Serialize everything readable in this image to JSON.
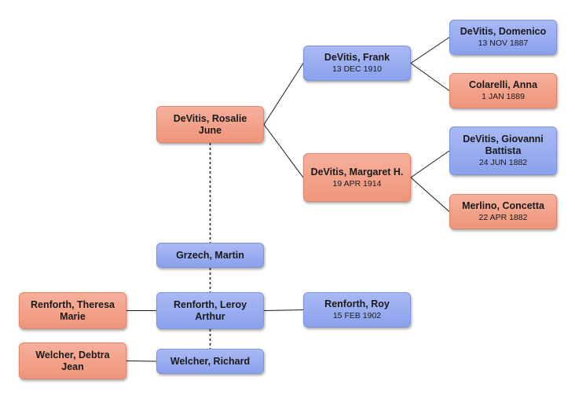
{
  "colors": {
    "male": "#95a9ee",
    "female": "#f2a08a",
    "line": "#1a1a1a"
  },
  "people": [
    {
      "id": "rosalie",
      "name": "DeVitis, Rosalie June",
      "date": "",
      "gender": "female"
    },
    {
      "id": "frank",
      "name": "DeVitis, Frank",
      "date": "13 DEC 1910",
      "gender": "male"
    },
    {
      "id": "margaret",
      "name": "DeVitis, Margaret H.",
      "date": "19 APR 1914",
      "gender": "female"
    },
    {
      "id": "domenico",
      "name": "DeVitis, Domenico",
      "date": "13 NOV 1887",
      "gender": "male"
    },
    {
      "id": "anna",
      "name": "Colarelli, Anna",
      "date": "1 JAN 1889",
      "gender": "female"
    },
    {
      "id": "giovanni",
      "name": "DeVitis, Giovanni Battista",
      "date": "24 JUN 1882",
      "gender": "male"
    },
    {
      "id": "concetta",
      "name": "Merlino, Concetta",
      "date": "22 APR 1882",
      "gender": "female"
    },
    {
      "id": "martin",
      "name": "Grzech, Martin",
      "date": "",
      "gender": "male"
    },
    {
      "id": "leroy",
      "name": "Renforth, Leroy Arthur",
      "date": "",
      "gender": "male"
    },
    {
      "id": "theresa",
      "name": "Renforth, Theresa Marie",
      "date": "",
      "gender": "female"
    },
    {
      "id": "roy",
      "name": "Renforth, Roy",
      "date": "15 FEB 1902",
      "gender": "male"
    },
    {
      "id": "debtra",
      "name": "Welcher, Debtra Jean",
      "date": "",
      "gender": "female"
    },
    {
      "id": "richard",
      "name": "Welcher, Richard",
      "date": "",
      "gender": "male"
    }
  ],
  "links": [
    {
      "from": "rosalie",
      "to": "frank",
      "style": "solid"
    },
    {
      "from": "rosalie",
      "to": "margaret",
      "style": "solid"
    },
    {
      "from": "frank",
      "to": "domenico",
      "style": "solid"
    },
    {
      "from": "frank",
      "to": "anna",
      "style": "solid"
    },
    {
      "from": "margaret",
      "to": "giovanni",
      "style": "solid"
    },
    {
      "from": "margaret",
      "to": "concetta",
      "style": "solid"
    },
    {
      "from": "leroy",
      "to": "roy",
      "style": "solid"
    },
    {
      "from": "theresa",
      "to": "leroy",
      "style": "solid"
    },
    {
      "from": "debtra",
      "to": "richard",
      "style": "solid"
    },
    {
      "from": "rosalie",
      "to": "martin",
      "style": "dashed"
    },
    {
      "from": "martin",
      "to": "leroy",
      "style": "dashed"
    },
    {
      "from": "leroy",
      "to": "richard",
      "style": "dashed"
    }
  ]
}
